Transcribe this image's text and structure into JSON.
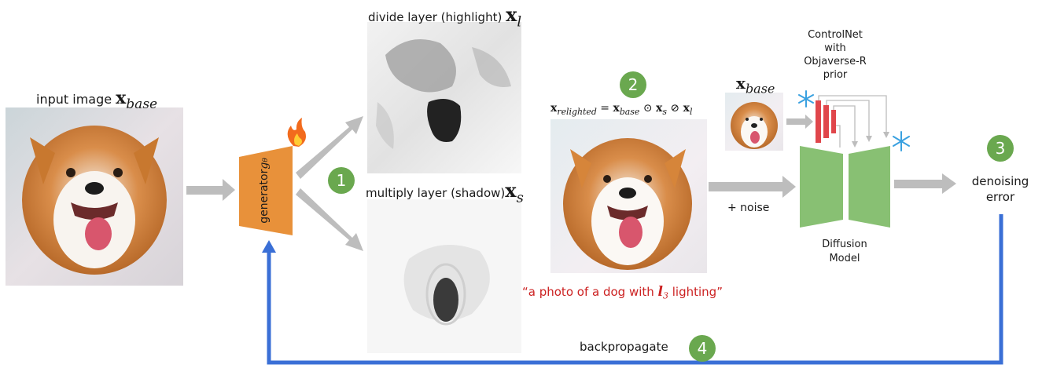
{
  "input": {
    "label": "input image",
    "symbol": "x",
    "sub": "base"
  },
  "generator": {
    "label": "generator",
    "sub": "g",
    "subsub": "θ"
  },
  "divide": {
    "label": "divide layer (highlight)",
    "symbol": "x",
    "sub": "l"
  },
  "multiply": {
    "label": "multiply layer (shadow)",
    "symbol": "x",
    "sub": "s"
  },
  "relit": {
    "lhs": "x",
    "lhs_sub": "relighted",
    "eq": " = ",
    "x1": "x",
    "x1_sub": "base",
    "op1": " ⊙ ",
    "x2": "x",
    "x2_sub": "s",
    "op2": " ⊘ ",
    "x3": "x",
    "x3_sub": "l"
  },
  "prompt": {
    "pre": "“a photo of a dog with ",
    "sym": "l",
    "sym_sub": "3",
    "post": " lighting”"
  },
  "noise_label": "+ noise",
  "cond": {
    "symbol": "x",
    "sub": "base"
  },
  "controlnet": {
    "line1": "ControlNet",
    "line2": "with",
    "line3": "Objaverse-R",
    "line4": "prior"
  },
  "diffusion": {
    "line1": "Diffusion",
    "line2": "Model"
  },
  "loss": {
    "line1": "denoising",
    "line2": "error"
  },
  "backprop_label": "backpropagate",
  "steps": {
    "s1": "1",
    "s2": "2",
    "s3": "3",
    "s4": "4"
  },
  "colors": {
    "orange": "#e8913a",
    "green": "#88c073",
    "badge": "#6aa84f",
    "blue": "#3a6fd6",
    "arrow": "#bdbdbd",
    "red": "#e0464b",
    "prompt": "#cc2222"
  }
}
